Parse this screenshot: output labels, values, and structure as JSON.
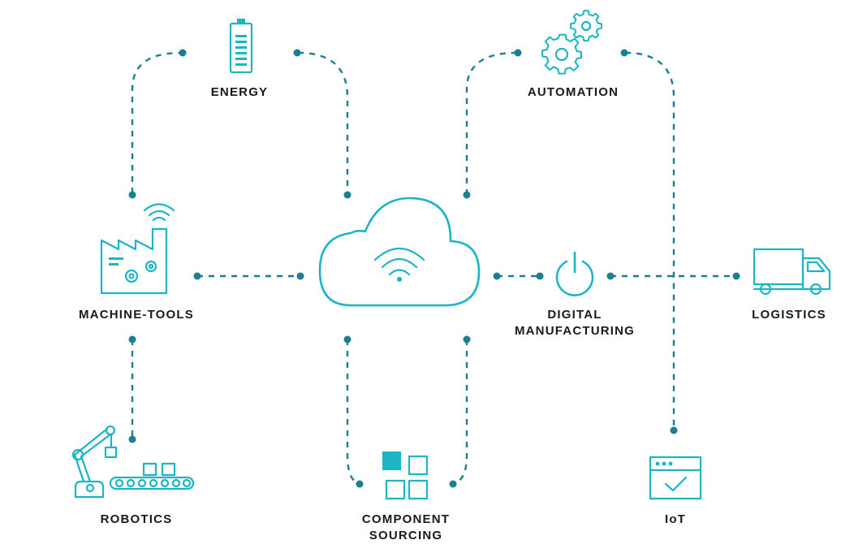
{
  "colors": {
    "icon": "#1bb5c3",
    "connector": "#1b7f8f",
    "text": "#1a1a1a"
  },
  "center": {
    "icon": "cloud-wifi-icon"
  },
  "nodes": {
    "energy": {
      "label": "ENERGY",
      "icon": "battery-icon"
    },
    "automation": {
      "label": "AUTOMATION",
      "icon": "gears-icon"
    },
    "machine_tools": {
      "label": "MACHINE-TOOLS",
      "icon": "factory-icon"
    },
    "digital_manufacturing": {
      "line1": "DIGITAL",
      "line2": "MANUFACTURING",
      "icon": "power-icon"
    },
    "logistics": {
      "label": "LOGISTICS",
      "icon": "truck-icon"
    },
    "robotics": {
      "label": "ROBOTICS",
      "icon": "robot-arm-icon"
    },
    "component_sourcing": {
      "line1": "COMPONENT",
      "line2": "SOURCING",
      "icon": "component-grid-icon"
    },
    "iot": {
      "label": "IoT",
      "icon": "browser-check-icon"
    }
  }
}
